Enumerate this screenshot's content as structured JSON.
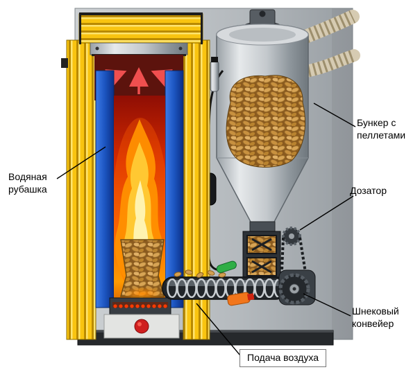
{
  "labels": {
    "water_jacket": "Водяная рубашка",
    "pellet_hopper": "Бункер с пеллетами",
    "doser": "Дозатор",
    "screw_conveyor": "Шнековый конвейер",
    "air_supply": "Подача воздуха"
  },
  "colors": {
    "casing_yellow": "#f9c410",
    "water_jacket_blue": "#1c55c0",
    "flame_orange": "#ff9000",
    "flame_core": "#fff3b0",
    "pellet_tan": "#d7a455",
    "steel_gray": "#c3c8cc",
    "panel_gray": "#b4b9bd",
    "base_black": "#26292c",
    "label_text": "#000000"
  }
}
